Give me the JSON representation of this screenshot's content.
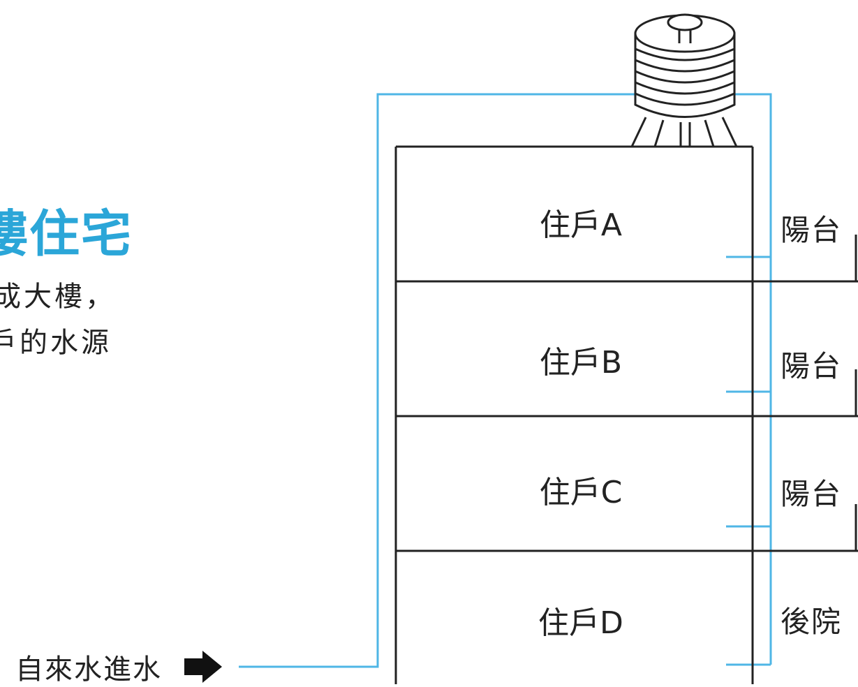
{
  "heading": {
    "title": "樓住宅",
    "subtitle_line1": "成大樓，",
    "subtitle_line2": "戶的水源"
  },
  "units": [
    {
      "label": "住戶A",
      "side": "陽台"
    },
    {
      "label": "住戶B",
      "side": "陽台"
    },
    {
      "label": "住戶C",
      "side": "陽台"
    },
    {
      "label": "住戶D",
      "side": "後院"
    }
  ],
  "inlet": {
    "label": "自來水進水",
    "arrow_icon": "right-arrow-icon"
  },
  "icons": {
    "tank": "water-tank-icon"
  },
  "colors": {
    "accent": "#2ba6d8",
    "pipe": "#4fb6e6",
    "line": "#222222"
  }
}
